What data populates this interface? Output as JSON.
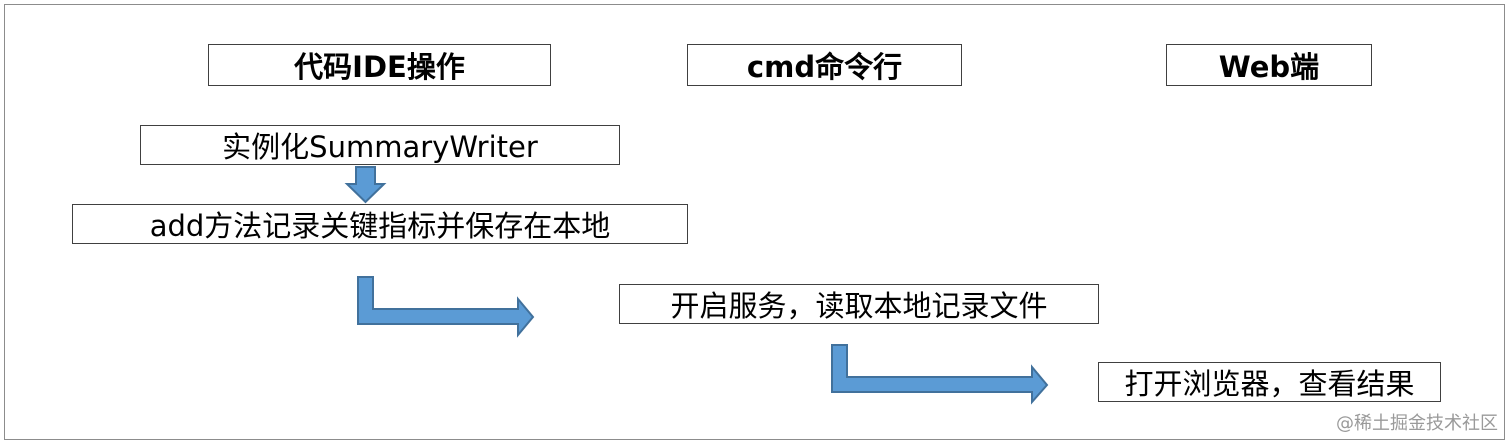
{
  "columns": [
    {
      "title": "代码IDE操作"
    },
    {
      "title": "cmd命令行"
    },
    {
      "title": "Web端"
    }
  ],
  "steps": [
    {
      "text": "实例化SummaryWriter"
    },
    {
      "text": "add方法记录关键指标并保存在本地"
    },
    {
      "text": "开启服务，读取本地记录文件"
    },
    {
      "text": "打开浏览器，查看结果"
    }
  ],
  "watermark": "@稀土掘金技术社区",
  "colors": {
    "arrow_fill": "#5b9bd5",
    "arrow_stroke": "#41719c",
    "box_border": "#404040"
  }
}
